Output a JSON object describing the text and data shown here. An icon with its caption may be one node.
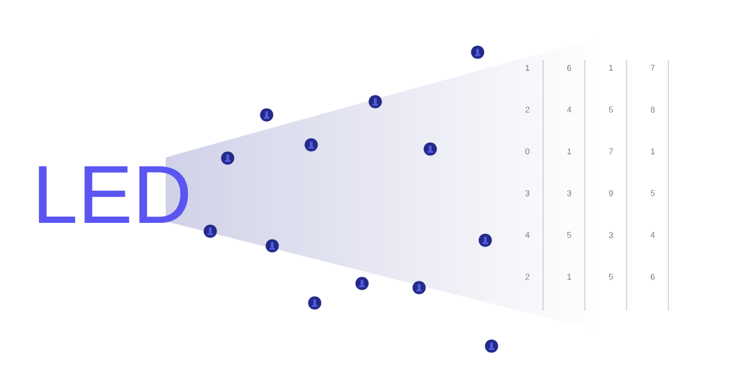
{
  "diagram": {
    "labels": [
      "LED",
      "1",
      "6",
      "1",
      "7",
      "2",
      "4",
      "5",
      "8",
      "0",
      "1",
      "7",
      "1",
      "3",
      "3",
      "9",
      "5",
      "4",
      "5",
      "3",
      "4",
      "2",
      "1",
      "5",
      "6"
    ]
  }
}
